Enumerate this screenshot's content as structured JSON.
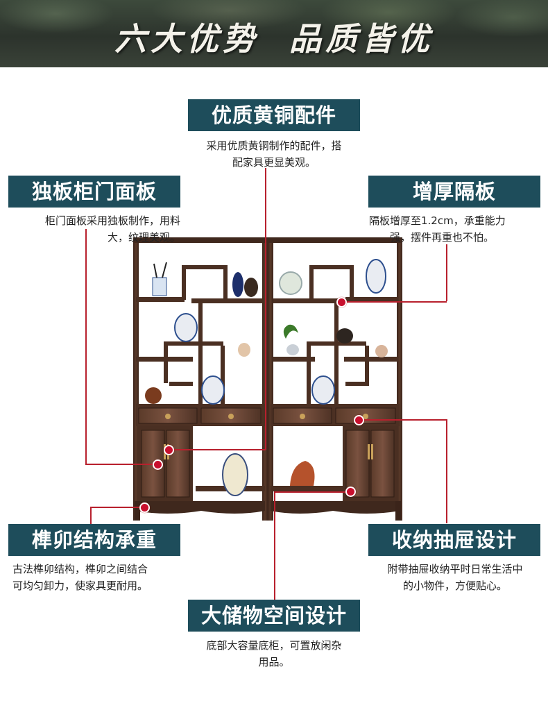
{
  "banner": {
    "title": "六大优势  品质皆优"
  },
  "features": {
    "brass": {
      "title": "优质黄铜配件",
      "desc_line1": "采用优质黄铜制作的配件，搭",
      "desc_line2": "配家具更显美观。"
    },
    "door": {
      "title": "独板柜门面板",
      "desc_line1": "柜门面板采用独板制作，用料",
      "desc_line2": "大，纹理美观。"
    },
    "shelf": {
      "title": "增厚隔板",
      "desc_line1": "隔板增厚至1.2cm，承重能力",
      "desc_line2": "强，摆件再重也不怕。"
    },
    "joinery": {
      "title": "榫卯结构承重",
      "desc_line1": "古法榫卯结构，榫卯之间结合",
      "desc_line2": "可均匀卸力，使家具更耐用。"
    },
    "drawer": {
      "title": "收纳抽屉设计",
      "desc_line1": "附带抽屉收纳平时日常生活中",
      "desc_line2": "的小物件，方便贴心。"
    },
    "storage": {
      "title": "大储物空间设计",
      "desc_line1": "底部大容量底柜，可置放闲杂",
      "desc_line2": "用品。"
    }
  },
  "colors": {
    "label_bg": "#1e4d5b",
    "accent_red": "#c8102e",
    "wood": "#4a2f22"
  }
}
